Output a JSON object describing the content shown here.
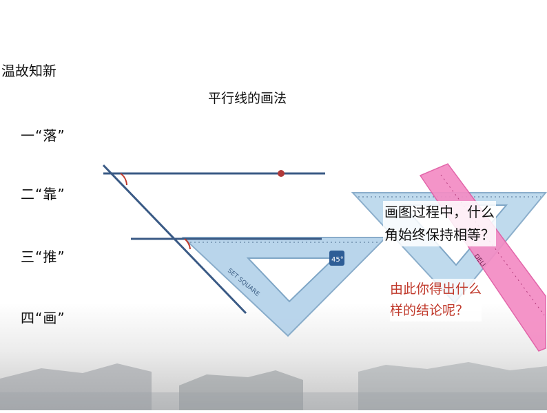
{
  "header": {
    "title": "温故知新",
    "subtitle": "平行线的画法"
  },
  "steps": [
    {
      "num": "一",
      "label": "“落”"
    },
    {
      "num": "二",
      "label": "“靠”"
    },
    {
      "num": "三",
      "label": "“推”"
    },
    {
      "num": "四",
      "label": "“画”"
    }
  ],
  "question": {
    "line1": "画图过程中，什么",
    "line2": "角始终保持相等？"
  },
  "conclusion": {
    "line1": "由此你得出什么",
    "line2": "样的结论呢？"
  },
  "tools": {
    "set_square_text": "SET SQUARE",
    "set_square_angle": "45°",
    "ruler_brand": "DELI"
  },
  "colors": {
    "line": "#3a5a85",
    "angle_mark": "#c0392b",
    "point": "#b03a3a",
    "set_square": "#a9cbe6",
    "ruler": "#f27ab8",
    "conclusion_text": "#c0392b"
  }
}
